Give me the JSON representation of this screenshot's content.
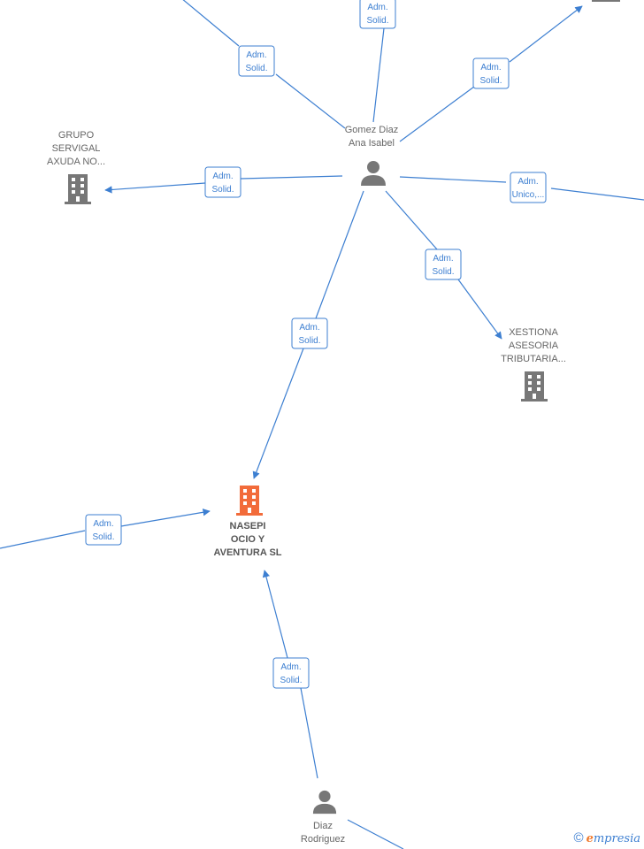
{
  "nodes": {
    "gomez": {
      "lines": [
        "Gomez Diaz",
        "Ana Isabel"
      ]
    },
    "grupo": {
      "lines": [
        "GRUPO",
        "SERVIGAL",
        "AXUDA NO..."
      ]
    },
    "xestiona": {
      "lines": [
        "XESTIONA",
        "ASESORIA",
        "TRIBUTARIA..."
      ]
    },
    "nasepi": {
      "lines": [
        "NASEPI",
        "OCIO Y",
        "AVENTURA  SL"
      ]
    },
    "diaz": {
      "lines": [
        "Diaz",
        "Rodriguez"
      ]
    }
  },
  "edges": [
    {
      "label": [
        "Adm.",
        "Solid."
      ]
    },
    {
      "label": [
        "Adm.",
        "Solid."
      ]
    },
    {
      "label": [
        "Adm.",
        "Solid."
      ]
    },
    {
      "label": [
        "Adm.",
        "Solid."
      ]
    },
    {
      "label": [
        "Adm.",
        "Unico,..."
      ]
    },
    {
      "label": [
        "Adm.",
        "Solid."
      ]
    },
    {
      "label": [
        "Adm.",
        "Solid."
      ]
    },
    {
      "label": [
        "Adm.",
        "Solid."
      ]
    },
    {
      "label": [
        "Adm.",
        "Solid."
      ]
    }
  ],
  "copyright": {
    "symbol": "©",
    "brand_initial": "e",
    "brand_rest": "mpresia"
  },
  "colors": {
    "edge": "#3d7fd1",
    "company": "#777777",
    "main_company": "#f26b3a",
    "person": "#777777"
  }
}
